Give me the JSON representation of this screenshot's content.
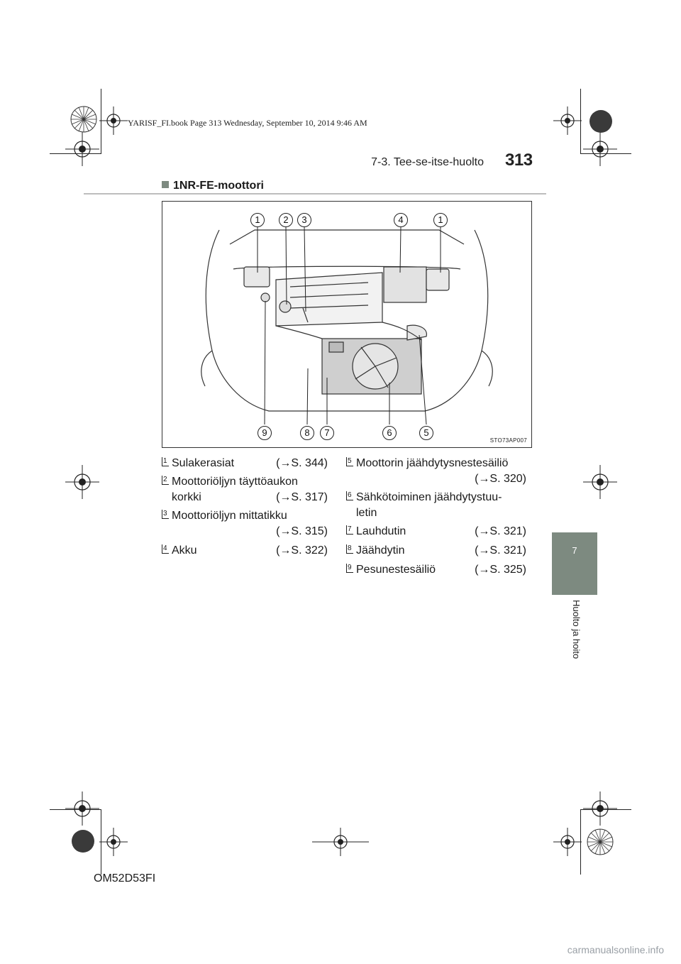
{
  "book_info": "YARISF_FI.book  Page 313  Wednesday, September 10, 2014  9:46 AM",
  "header": {
    "section": "7-3. Tee-se-itse-huolto",
    "page_number": "313"
  },
  "side_tab": {
    "chapter_number": "7",
    "chapter_label": "Huolto ja hoito"
  },
  "subheading": "1NR-FE-moottori",
  "figure": {
    "code": "STO73AP007",
    "callouts_top": [
      "1",
      "2",
      "3",
      "4",
      "1"
    ],
    "callouts_bottom": [
      "9",
      "8",
      "7",
      "6",
      "5"
    ]
  },
  "legend": [
    {
      "num": "1",
      "name": "Sulakerasiat",
      "ref": "(→S. 344)"
    },
    {
      "num": "2",
      "name": "Moottoriöljyn täyttöaukon",
      "name2": "korkki",
      "ref": "(→S. 317)"
    },
    {
      "num": "3",
      "name": "Moottoriöljyn mittatikku",
      "ref": "(→S. 315)"
    },
    {
      "num": "4",
      "name": "Akku",
      "ref": "(→S. 322)"
    },
    {
      "num": "5",
      "name": "Moottorin jäähdytysnestesäiliö",
      "ref": "(→S. 320)"
    },
    {
      "num": "6",
      "name": "Sähkötoiminen jäähdytystuu-",
      "name2": "letin"
    },
    {
      "num": "7",
      "name": "Lauhdutin",
      "ref": "(→S. 321)"
    },
    {
      "num": "8",
      "name": "Jäähdytin",
      "ref": "(→S. 321)"
    },
    {
      "num": "9",
      "name": "Pesunestesäiliö",
      "ref": "(→S. 325)"
    }
  ],
  "footer_code": "OM52D53FI",
  "watermark": "carmanualsonline.info",
  "colors": {
    "tab": "#7d8a80",
    "rule": "#bdbdbd"
  }
}
